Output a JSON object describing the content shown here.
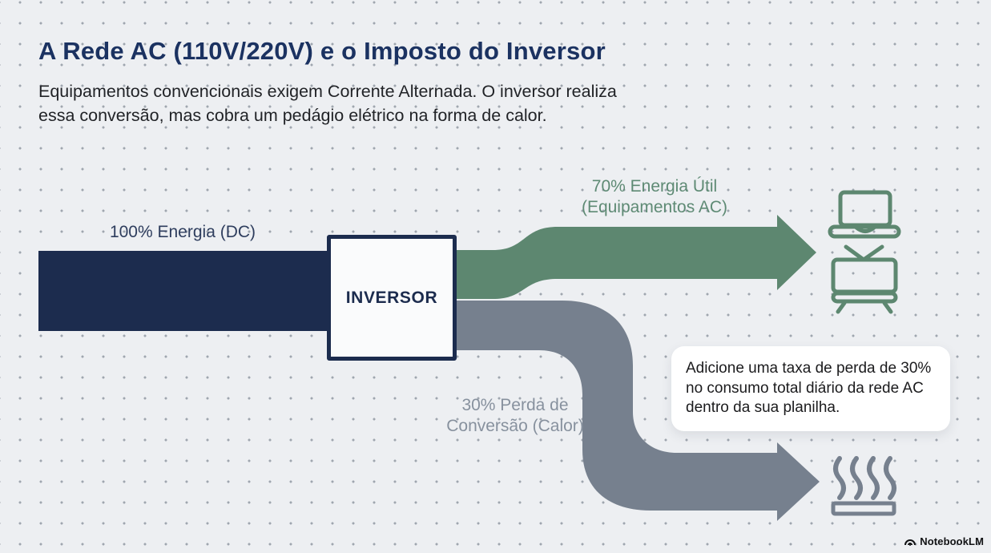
{
  "header": {
    "title": "A Rede AC (110V/220V) e o Imposto do Inversor",
    "subtitle_line1": "Equipamentos convencionais exigem Corrente Alternada. O inversor realiza",
    "subtitle_line2": "essa conversão, mas cobra um pedágio elétrico na forma de calor."
  },
  "diagram": {
    "type": "sankey-flow",
    "input": {
      "label": "100% Energia (DC)",
      "value_pct": 100
    },
    "node": {
      "label": "INVERSOR"
    },
    "outputs": [
      {
        "label_line1": "70% Energia Útil",
        "label_line2": "(Equipamentos AC)",
        "value_pct": 70,
        "color": "#5d8770",
        "icons": [
          "laptop-icon",
          "tv-icon"
        ]
      },
      {
        "label_line1": "30% Perda de",
        "label_line2": "Conversão (Calor)",
        "value_pct": 30,
        "color": "#76808e",
        "icons": [
          "heat-icon"
        ]
      }
    ],
    "useful": {
      "label_line1": "70% Energia Útil",
      "label_line2": "(Equipamentos AC)"
    },
    "loss": {
      "label_line1": "30% Perda de",
      "label_line2": "Conversão (Calor)"
    }
  },
  "callout": {
    "line1": "Adicione uma taxa de perda de 30%",
    "line2": "no consumo total diário da rede AC",
    "line3": "dentro da sua planilha."
  },
  "branding": {
    "label": "NotebookLM"
  },
  "colors": {
    "background": "#edeff2",
    "navy": "#1c2c4e",
    "title_navy": "#1b3261",
    "green": "#5d8770",
    "gray": "#76808e",
    "callout_bg": "#ffffff"
  }
}
